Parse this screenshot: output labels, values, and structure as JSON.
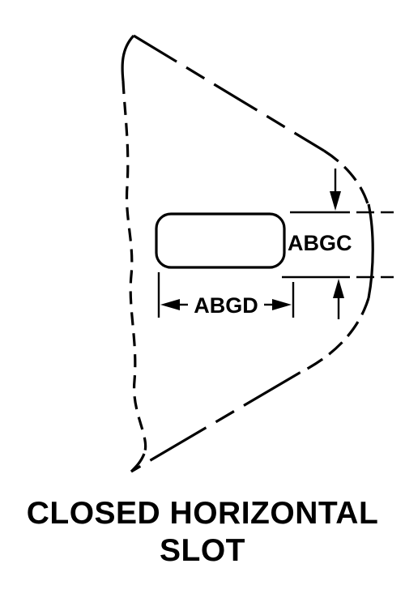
{
  "diagram": {
    "dimension_labels": {
      "height": "ABGC",
      "width": "ABGD"
    },
    "caption": {
      "line1": "CLOSED HORIZONTAL",
      "line2": "SLOT"
    },
    "colors": {
      "ink": "#000000",
      "background": "#ffffff"
    }
  }
}
